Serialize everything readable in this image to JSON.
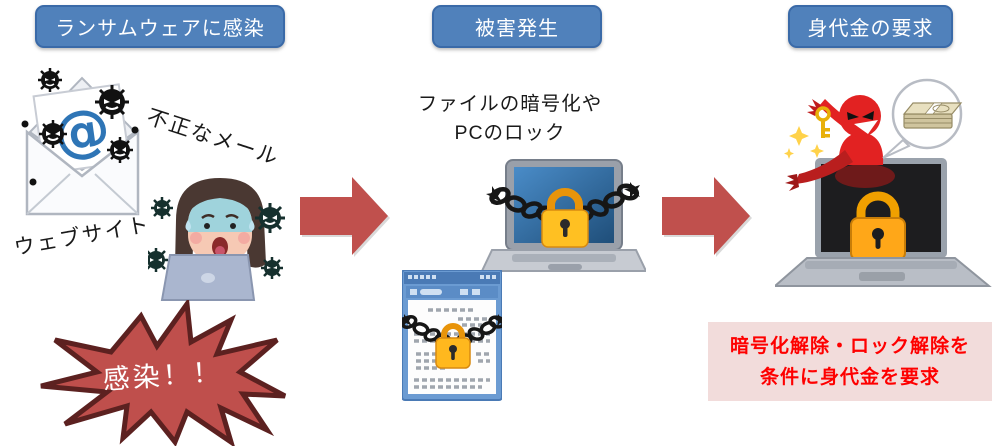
{
  "diagram": {
    "stage1": {
      "header": "ランサムウェアに感染",
      "email_label": "不正なメール",
      "website_label": "ウェブサイト",
      "burst_label": "感染！！"
    },
    "stage2": {
      "header": "被害発生",
      "caption_lines": [
        "ファイルの暗号化や",
        "PCのロック"
      ]
    },
    "stage3": {
      "header": "身代金の要求",
      "ransom_note_lines": [
        "暗号化解除・ロック解除を",
        "条件に身代金を要求"
      ]
    },
    "colors": {
      "header_bg": "#5081bb",
      "header_border": "#3a6aa8",
      "arrow": "#c0504d",
      "burst_fill": "#bf4f4c",
      "burst_border": "#5c2120",
      "ransom_box_bg": "#f2dcdb",
      "ransom_text": "#fe0000",
      "email_at": "#2e75b6",
      "padlock": "#ffc022"
    },
    "icons": {
      "malicious-email-icon": "open envelope with @ and virus creatures",
      "infected-user-icon": "scared woman at laptop surrounded by viruses",
      "infection-burst-icon": "red jagged starburst",
      "locked-laptop-icon": "laptop screen wrapped in chain with padlock",
      "locked-document-icon": "document window wrapped in chain with padlock",
      "ransom-hacker-icon": "red devil holding key over laptop, money speech bubble",
      "flow-arrow-icon": "red right block arrow"
    }
  }
}
